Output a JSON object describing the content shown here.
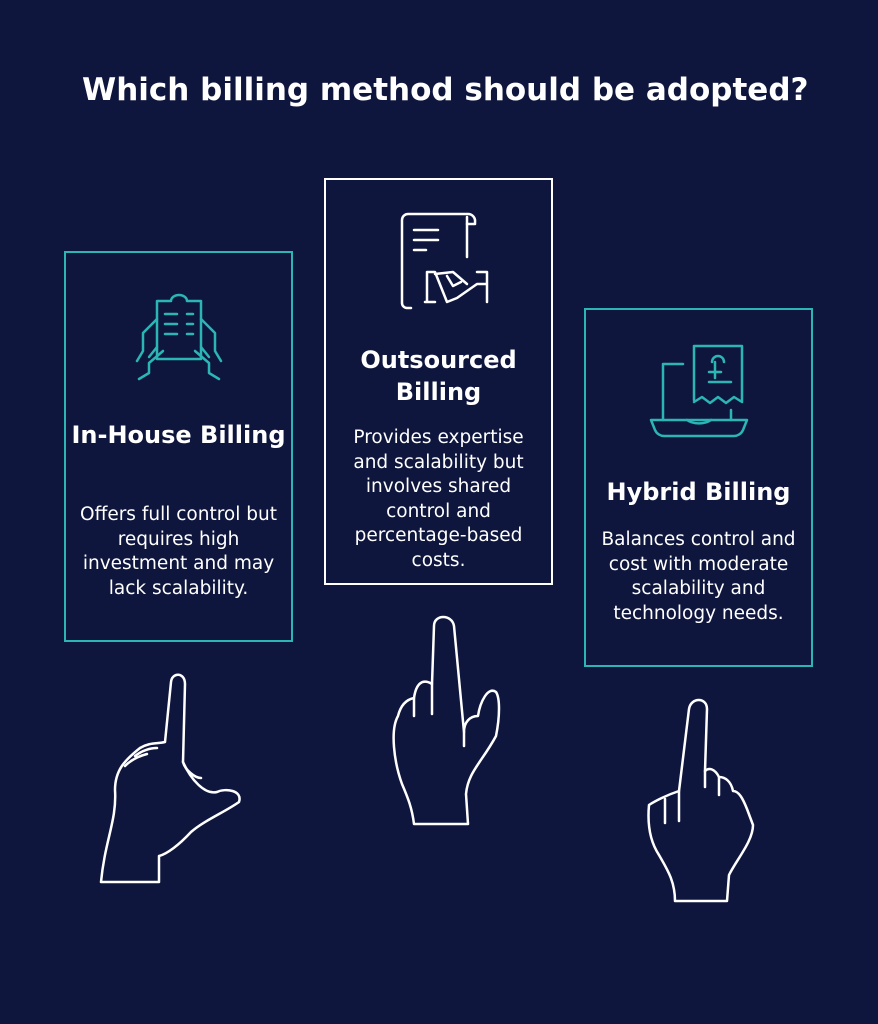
{
  "title": "Which billing method should be adopted?",
  "colors": {
    "background": "#0f163d",
    "accent": "#2bb5b5",
    "text": "#ffffff"
  },
  "options": [
    {
      "heading": "In-House Billing",
      "icon": "clipboard-in-hands-icon",
      "description": "Offers full control but requires high investment and may lack scalability."
    },
    {
      "heading": "Outsourced Billing",
      "icon": "contract-handshake-icon",
      "description": "Provides expertise and scalability but involves shared control and percentage-based costs."
    },
    {
      "heading": "Hybrid Billing",
      "icon": "laptop-pound-receipt-icon",
      "description": "Balances control and cost with moderate scalability and technology needs."
    }
  ]
}
